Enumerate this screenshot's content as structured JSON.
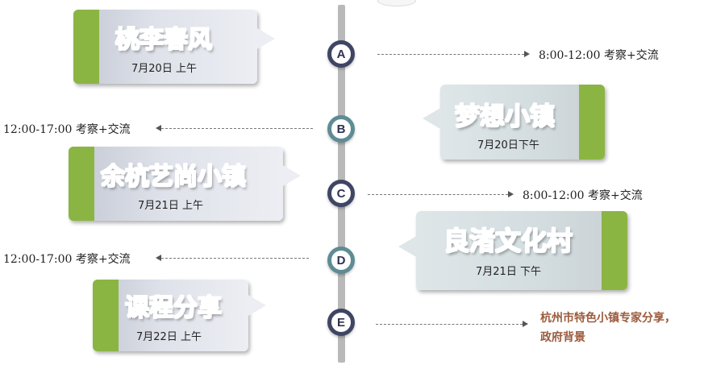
{
  "stops": [
    {
      "node": "A",
      "title": "桃李春风",
      "subtitle": "7月20日 上午",
      "schedule": "8:00-12:00 考察+交流"
    },
    {
      "node": "B",
      "title": "梦想小镇",
      "subtitle": "7月20日下午",
      "schedule": "12:00-17:00 考察+交流"
    },
    {
      "node": "C",
      "title": "余杭艺尚小镇",
      "subtitle": "7月21日 上午",
      "schedule": "8:00-12:00 考察+交流"
    },
    {
      "node": "D",
      "title": "良渚文化村",
      "subtitle": "7月21日 下午",
      "schedule": "12:00-17:00 考察+交流"
    },
    {
      "node": "E",
      "title": "课程分享",
      "subtitle": "7月22日 上午",
      "note_line1": "杭州市特色小镇专家分享，",
      "note_line2": "政府背景"
    }
  ],
  "colors": {
    "accent_bar": "#8bb543",
    "node_dark": "#3f4663",
    "node_teal": "#5e8c94",
    "note_text": "#9b5a3c"
  }
}
